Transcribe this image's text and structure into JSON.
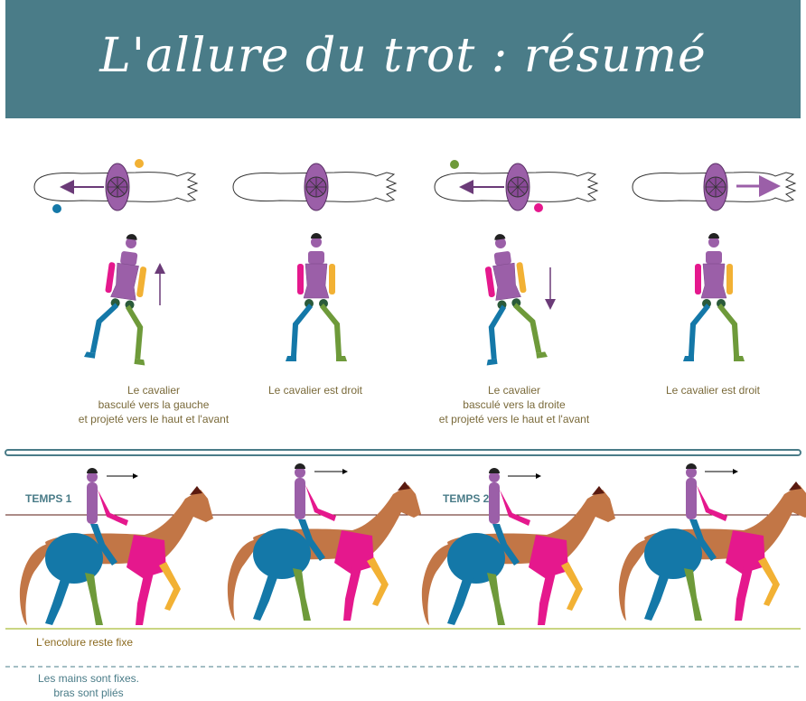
{
  "title": "L'allure du trot : résumé",
  "colors": {
    "banner": "#4a7c88",
    "rider_purple": "#9b5fa8",
    "magenta": "#e5188d",
    "blue": "#1478a8",
    "green": "#6e9a3a",
    "orange": "#f2b134",
    "horse_brown": "#c27646",
    "arrow": "#6b3b78"
  },
  "captions": [
    "Le cavalier\nbasculé vers la gauche\net projeté vers le haut et l'avant",
    "Le cavalier est droit",
    "Le cavalier\nbasculé vers la droite\net projeté vers le haut et l'avant",
    "Le cavalier est droit"
  ],
  "temps": [
    "TEMPS 1",
    "TEMPS 2"
  ],
  "notes": {
    "neck": "L'encolure reste fixe",
    "hands": "Les mains sont fixes.\nbras sont pliés"
  }
}
